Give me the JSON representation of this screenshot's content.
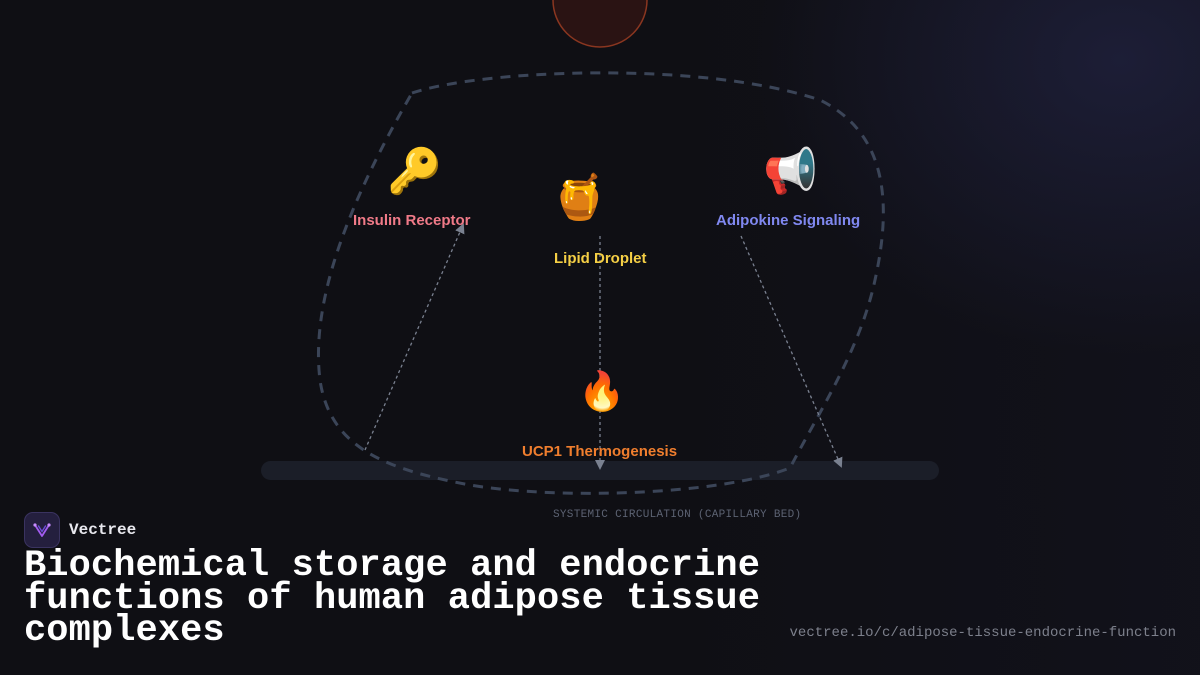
{
  "diagram": {
    "nodes": {
      "insulin": {
        "icon": "key-icon",
        "emoji": "🔑",
        "label": "Insulin Receptor",
        "color": "#f07a88"
      },
      "lipid": {
        "icon": "honey-pot-icon",
        "emoji": "🍯",
        "label": "Lipid Droplet",
        "color": "#f5cf45"
      },
      "adipokine": {
        "icon": "megaphone-icon",
        "emoji": "📢",
        "label": "Adipokine Signaling",
        "color": "#8088f0"
      },
      "ucp1": {
        "icon": "fire-icon",
        "emoji": "🔥",
        "label": "UCP1 Thermogenesis",
        "color": "#f07e2e"
      }
    },
    "capillary_bed_label": "SYSTEMIC CIRCULATION (CAPILLARY BED)"
  },
  "brand": {
    "name": "Vectree",
    "icon": "vectree-logo-icon"
  },
  "title": "Biochemical storage and endocrine functions of human adipose tissue complexes",
  "url": "vectree.io/c/adipose-tissue-endocrine-function",
  "colors": {
    "background": "#0f0f14",
    "membrane": "#3b4558",
    "connector": "#7a8190",
    "sun": "#2a1313",
    "sun_border": "#8a3620",
    "capillary_bar": "#1b1e28"
  }
}
